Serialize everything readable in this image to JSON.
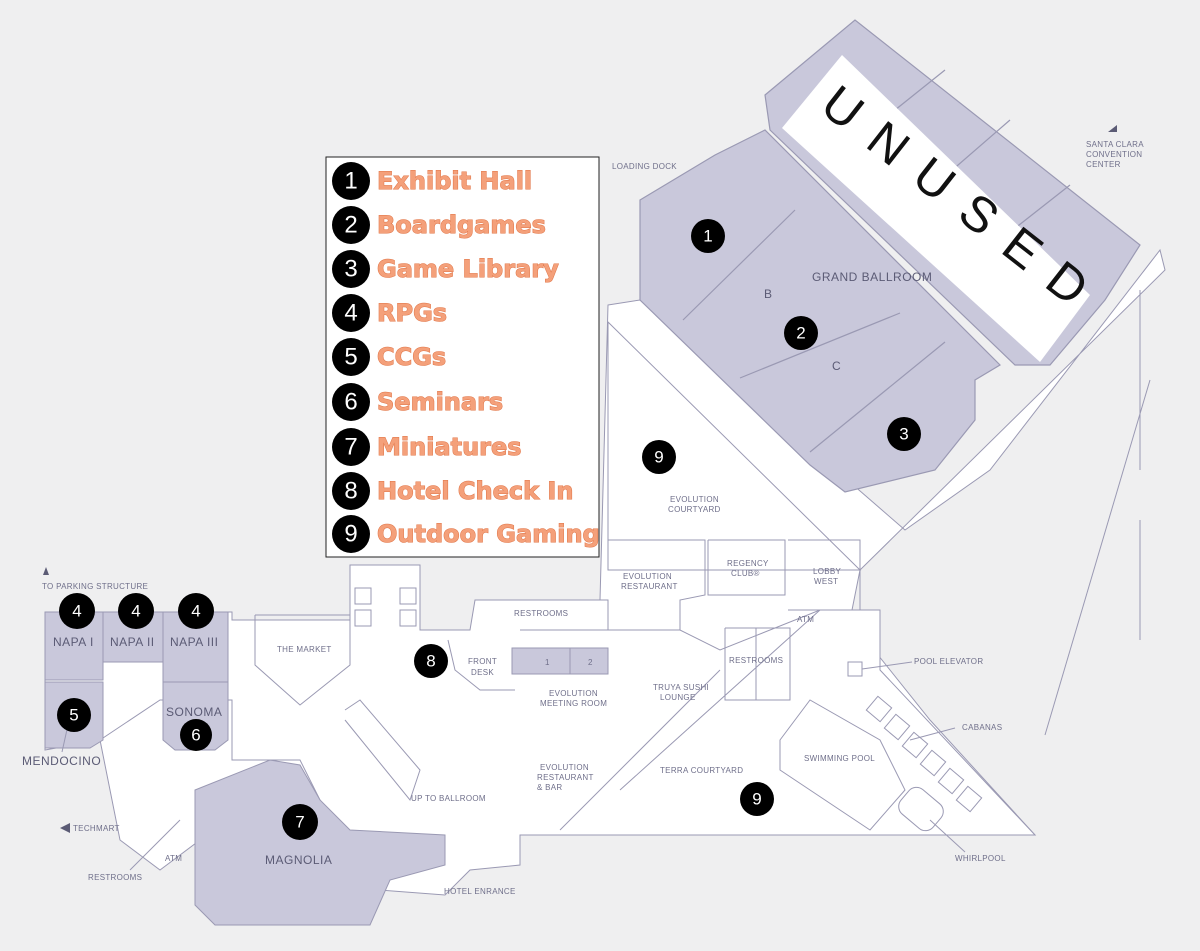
{
  "legend": {
    "items": [
      {
        "num": "1",
        "label": "Exhibit Hall"
      },
      {
        "num": "2",
        "label": "Boardgames"
      },
      {
        "num": "3",
        "label": "Game Library"
      },
      {
        "num": "4",
        "label": "RPGs"
      },
      {
        "num": "5",
        "label": "CCGs"
      },
      {
        "num": "6",
        "label": "Seminars"
      },
      {
        "num": "7",
        "label": "Miniatures"
      },
      {
        "num": "8",
        "label": "Hotel Check In"
      },
      {
        "num": "9",
        "label": "Outdoor Gaming"
      }
    ]
  },
  "markers": {
    "m1": "1",
    "m2": "2",
    "m3": "3",
    "m4a": "4",
    "m4b": "4",
    "m4c": "4",
    "m5": "5",
    "m6": "6",
    "m7": "7",
    "m8": "8",
    "m9a": "9",
    "m9b": "9"
  },
  "rooms": {
    "unused": "UNUSED",
    "grand_ballroom": "GRAND  BALLROOM",
    "b": "B",
    "c": "C",
    "napa1": "NAPA I",
    "napa2": "NAPA II",
    "napa3": "NAPA III",
    "sonoma": "SONOMA",
    "mendocino": "MENDOCINO",
    "magnolia": "MAGNOLIA",
    "meeting1": "1",
    "meeting2": "2"
  },
  "labels": {
    "loading_dock": "LOADING DOCK",
    "santa_clara_1": "SANTA CLARA",
    "santa_clara_2": "CONVENTION",
    "santa_clara_3": "CENTER",
    "to_parking": "TO PARKING STRUCTURE",
    "the_market": "THE MARKET",
    "restrooms_top": "RESTROOMS",
    "front_desk_1": "FRONT",
    "front_desk_2": "DESK",
    "evo_meeting_1": "EVOLUTION",
    "evo_meeting_2": "MEETING ROOM",
    "evo_courtyard_1": "EVOLUTION",
    "evo_courtyard_2": "COURTYARD",
    "evo_rest_1": "EVOLUTION",
    "evo_rest_2": "RESTAURANT",
    "regency_1": "REGENCY",
    "regency_2": "CLUB®",
    "lobby_1": "LOBBY",
    "lobby_2": "WEST",
    "atm_top": "ATM",
    "pool_elevator": "POOL ELEVATOR",
    "restrooms_mid": "RESTROOMS",
    "truya_1": "TRUYA SUSHI",
    "truya_2": "LOUNGE",
    "cabanas": "CABANAS",
    "swimming_pool": "SWIMMING POOL",
    "terra": "TERRA COURTYARD",
    "evo_bar_1": "EVOLUTION",
    "evo_bar_2": "RESTAURANT",
    "evo_bar_3": "& BAR",
    "up_ballroom": "UP TO BALLROOM",
    "whirlpool": "WHIRLPOOL",
    "techmart": "TECHMART",
    "atm_bottom": "ATM",
    "restrooms_bottom": "RESTROOMS",
    "hotel_entrance": "HOTEL ENRANCE"
  },
  "colors": {
    "background": "#efeff0",
    "floor": "#ffffff",
    "room": "#c9c8db",
    "line": "#9a99b3",
    "marker": "#000000",
    "legend_text": "#f4a07a"
  }
}
